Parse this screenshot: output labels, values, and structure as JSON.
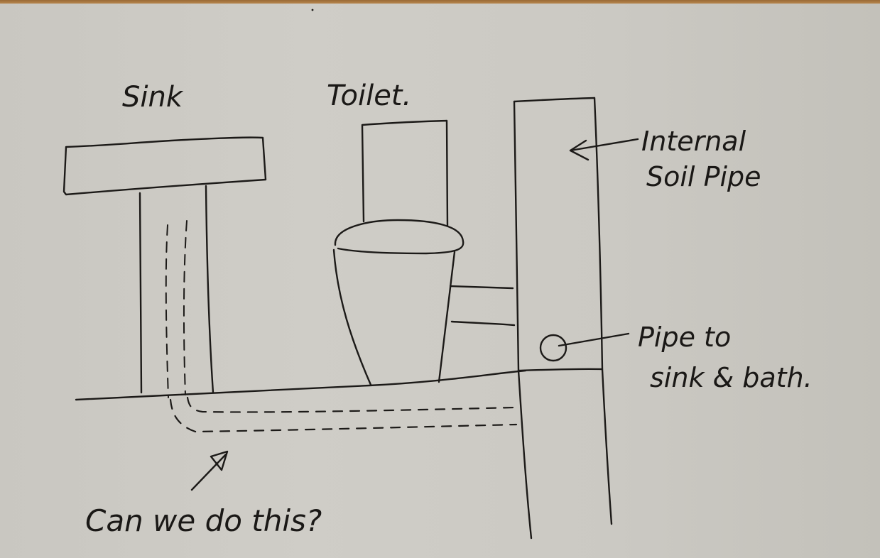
{
  "diagram": {
    "type": "hand-drawn sketch",
    "subject": "bathroom plumbing layout",
    "ink_color": "#1c1a18",
    "paper_color": "#cbc9c3",
    "labels": {
      "sink": "Sink",
      "toilet": "Toilet.",
      "internal_soil_pipe_line1": "Internal",
      "internal_soil_pipe_line2": "Soil Pipe",
      "pipe_to_line1": "Pipe to",
      "pipe_to_line2": "sink & bath.",
      "question": "Can we do this?"
    },
    "elements": [
      {
        "id": "sink",
        "label": "Sink",
        "shape": "basin on pedestal"
      },
      {
        "id": "toilet",
        "label": "Toilet",
        "shape": "cistern + bowl"
      },
      {
        "id": "internal-soil-pipe",
        "label": "Internal Soil Pipe",
        "shape": "vertical box"
      },
      {
        "id": "pipe-to-sink-and-bath",
        "label": "Pipe to sink & bath",
        "shape": "circle inside soil pipe"
      },
      {
        "id": "proposed-drain",
        "label": "Can we do this?",
        "shape": "dashed pipe under floor from sink to soil pipe"
      }
    ],
    "connections": [
      {
        "from": "toilet",
        "to": "internal-soil-pipe",
        "style": "solid double line"
      },
      {
        "from": "sink",
        "to": "internal-soil-pipe",
        "style": "dashed, below floor (proposed)"
      }
    ]
  }
}
